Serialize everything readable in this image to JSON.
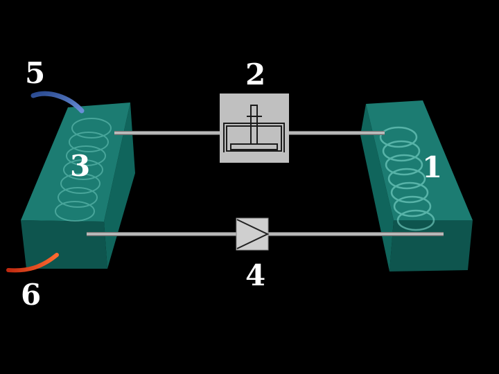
{
  "labels": {
    "one": "1",
    "two": "2",
    "three": "3",
    "four": "4",
    "five": "5",
    "six": "6"
  },
  "colors": {
    "background": "#000000",
    "block_front": "#0f5a52",
    "block_top": "#1f8a7e",
    "block_side": "#127066",
    "coil": "#7fd8cc",
    "wire": "#9a9a9a",
    "pump_box": "#c0c0c0",
    "valve": "#cfcfcf",
    "hose_blue": "#4a6bb0",
    "hose_red": "#e0401a"
  },
  "icons": {
    "component_2": "piston-pump-icon",
    "component_4": "check-valve-icon"
  }
}
